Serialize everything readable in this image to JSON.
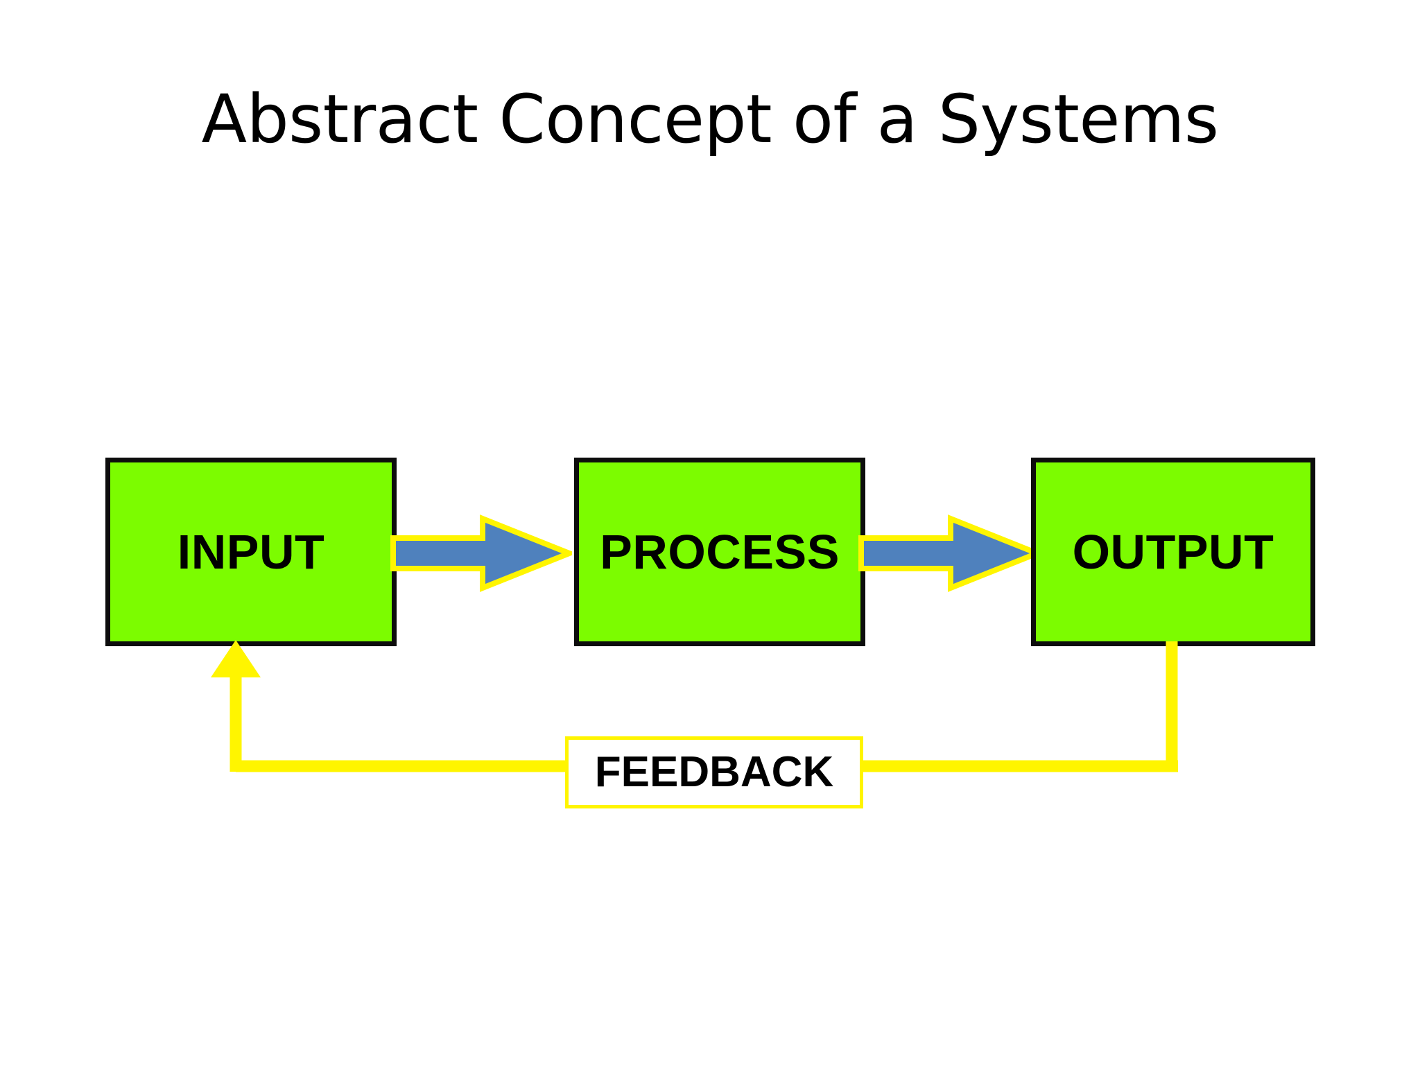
{
  "slide": {
    "title": "Abstract Concept of a Systems",
    "background_color": "#FFFFFF"
  },
  "diagram": {
    "type": "flow-diagram",
    "nodes": [
      {
        "id": "input",
        "label": "INPUT",
        "fill_color": "#7CFC00",
        "border_color": "#0D0D0D"
      },
      {
        "id": "process",
        "label": "PROCESS",
        "fill_color": "#7CFC00",
        "border_color": "#0D0D0D"
      },
      {
        "id": "output",
        "label": "OUTPUT",
        "fill_color": "#7CFC00",
        "border_color": "#0D0D0D"
      }
    ],
    "connectors": [
      {
        "id": "input-to-process",
        "from": "input",
        "to": "process",
        "style": "block-arrow",
        "fill_color": "#4F81BD",
        "outline_color": "#FFF500"
      },
      {
        "id": "process-to-output",
        "from": "process",
        "to": "output",
        "style": "block-arrow",
        "fill_color": "#4F81BD",
        "outline_color": "#FFF500"
      },
      {
        "id": "output-to-input",
        "from": "output",
        "to": "input",
        "style": "feedback-line",
        "line_color": "#FFF500",
        "label": "FEEDBACK"
      }
    ],
    "feedback": {
      "label": "FEEDBACK",
      "line_color": "#FFF500",
      "box_fill_color": "#FFFFFF",
      "box_border_color": "#FFF500"
    }
  }
}
